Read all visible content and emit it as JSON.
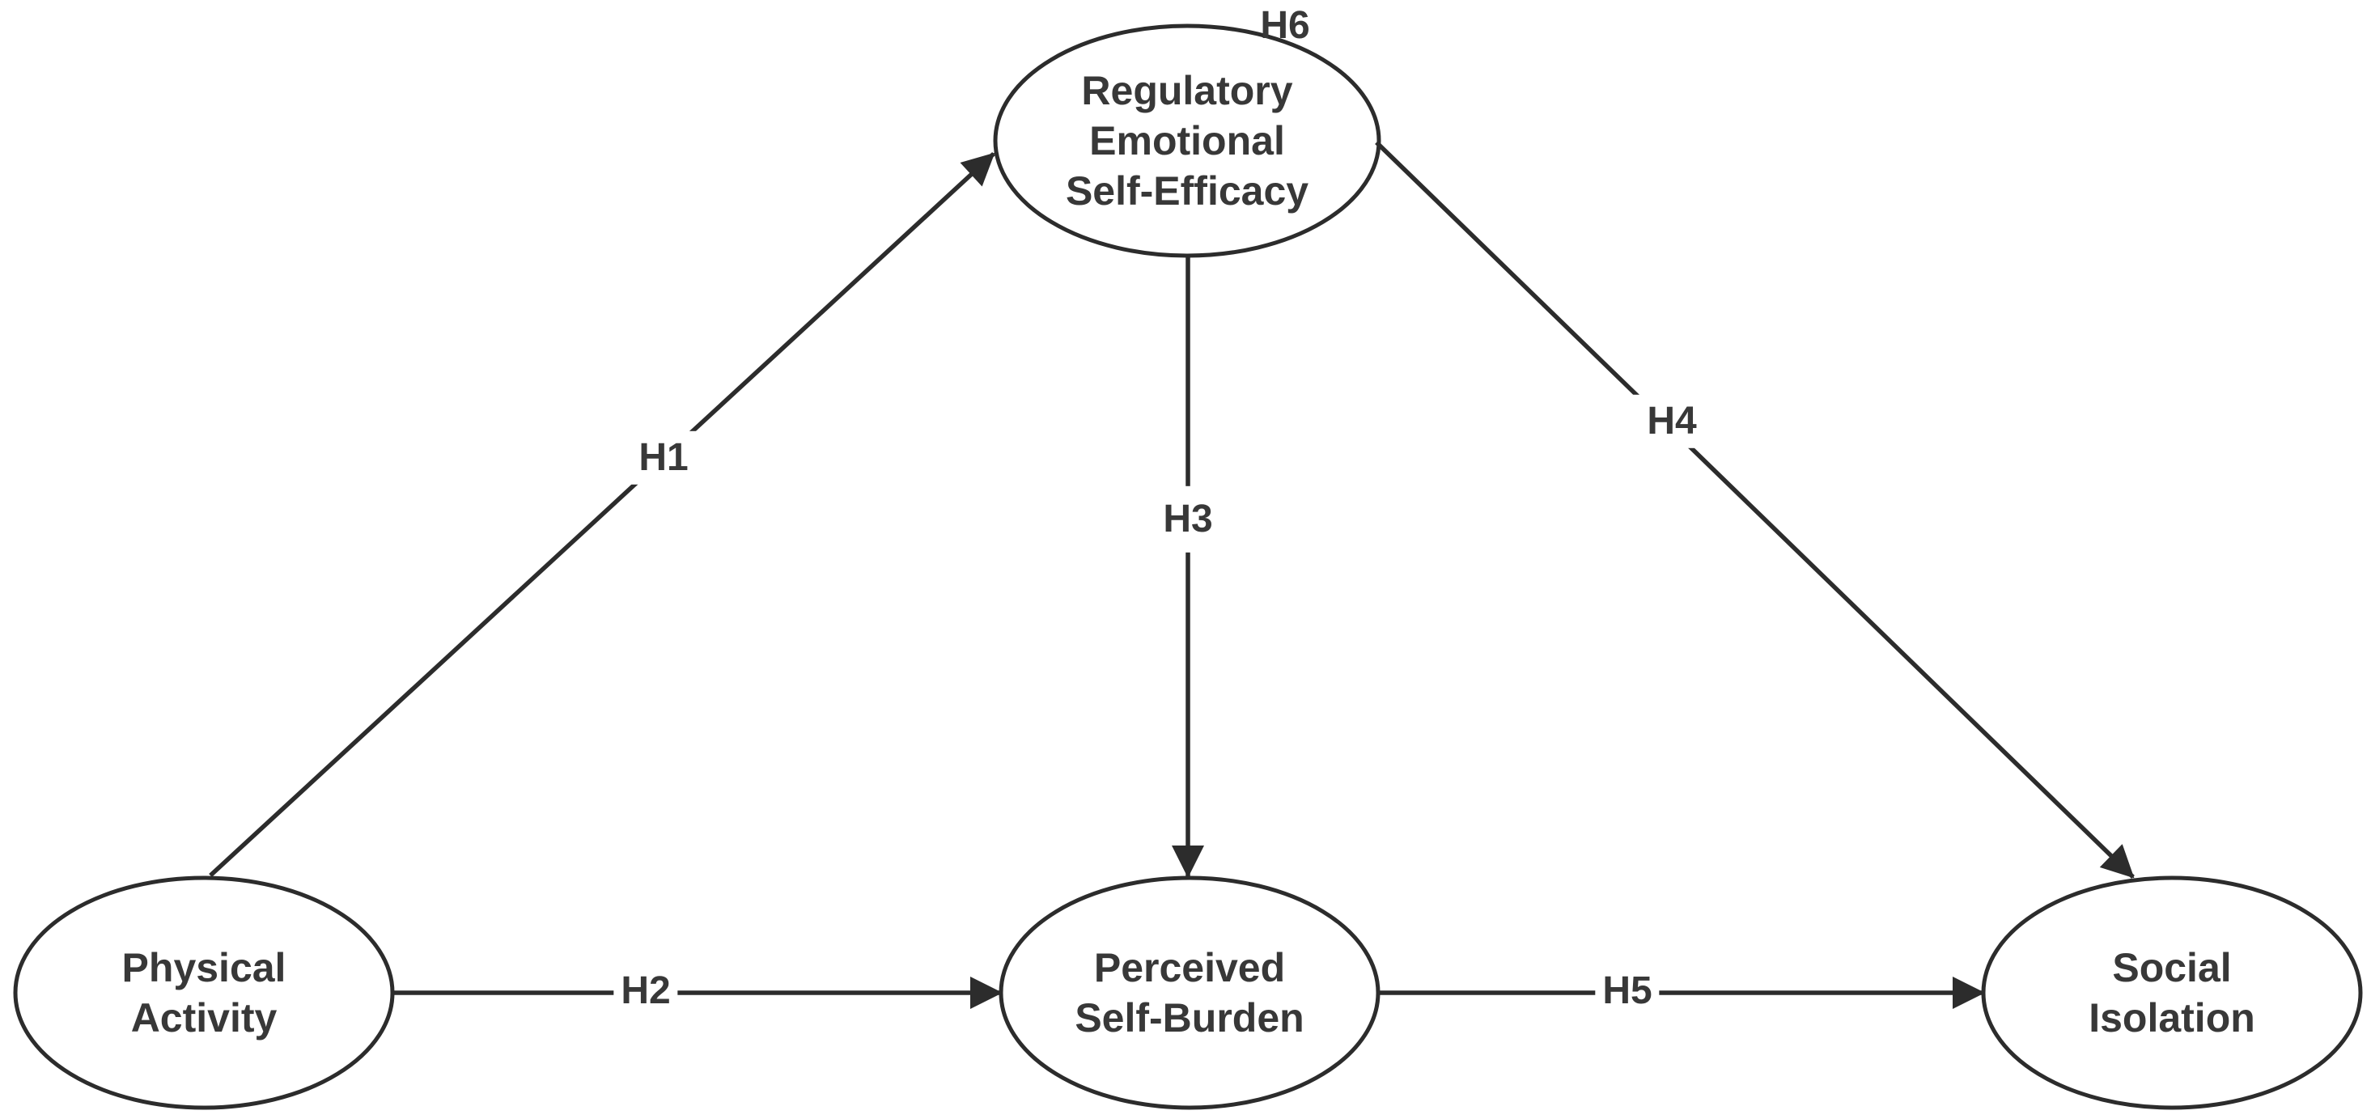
{
  "diagram": {
    "type": "hypothesis-path-model",
    "background_color": "#ffffff",
    "line_color": "#2c2c2c",
    "text_color": "#383838",
    "nodes": {
      "regulatory_emotional_self_efficacy": {
        "label": "Regulatory Emotional Self-Efficacy",
        "lines": [
          "Regulatory",
          "Emotional",
          "Self-Efficacy"
        ]
      },
      "physical_activity": {
        "label": "Physical Activity",
        "lines": [
          "Physical",
          "Activity"
        ]
      },
      "perceived_self_burden": {
        "label": "Perceived Self-Burden",
        "lines": [
          "Perceived",
          "Self-Burden"
        ]
      },
      "social_isolation": {
        "label": "Social Isolation",
        "lines": [
          "Social",
          "Isolation"
        ]
      }
    },
    "labels": {
      "h1": "H1",
      "h2": "H2",
      "h3": "H3",
      "h4": "H4",
      "h5": "H5",
      "h6": "H6"
    },
    "edges": [
      {
        "id": "H1",
        "from": "Physical Activity",
        "to": "Regulatory Emotional Self-Efficacy"
      },
      {
        "id": "H2",
        "from": "Physical Activity",
        "to": "Perceived Self-Burden"
      },
      {
        "id": "H3",
        "from": "Regulatory Emotional Self-Efficacy",
        "to": "Perceived Self-Burden"
      },
      {
        "id": "H4",
        "from": "Regulatory Emotional Self-Efficacy",
        "to": "Social Isolation"
      },
      {
        "id": "H5",
        "from": "Perceived Self-Burden",
        "to": "Social Isolation"
      },
      {
        "id": "H6",
        "from": "Regulatory Emotional Self-Efficacy",
        "to": null
      }
    ]
  }
}
